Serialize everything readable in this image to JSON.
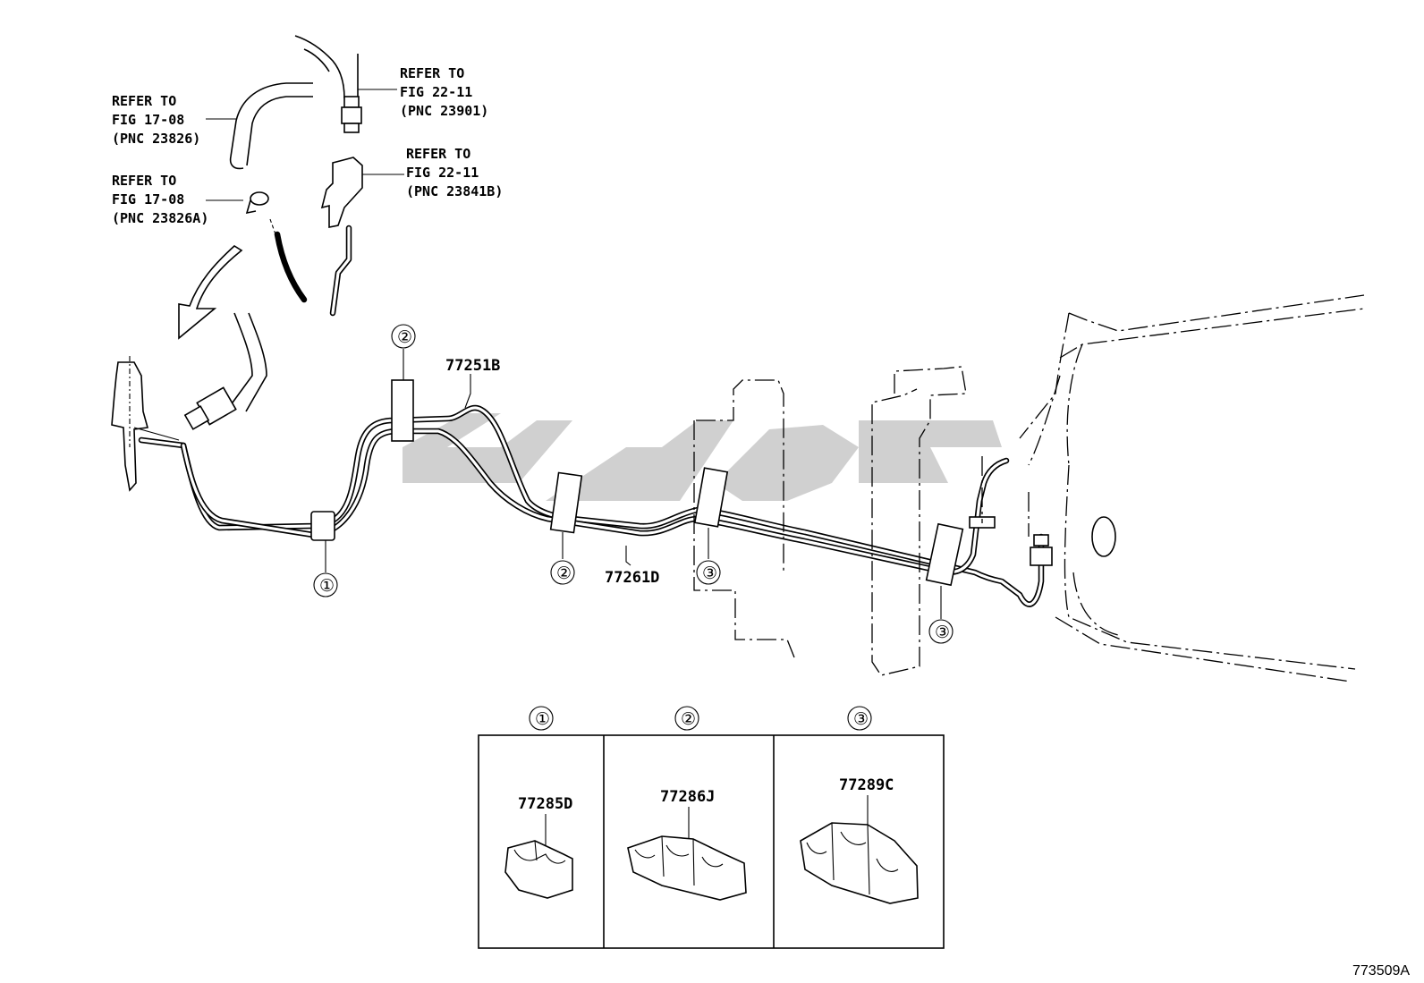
{
  "figure_id": "773509A",
  "references": [
    {
      "line1": "REFER TO",
      "line2": "FIG 17-08",
      "line3": "(PNC 23826)"
    },
    {
      "line1": "REFER TO",
      "line2": "FIG 17-08",
      "line3": "(PNC 23826A)"
    },
    {
      "line1": "REFER TO",
      "line2": "FIG 22-11",
      "line3": "(PNC 23901)"
    },
    {
      "line1": "REFER TO",
      "line2": "FIG 22-11",
      "line3": "(PNC 23841B)"
    }
  ],
  "part_numbers": {
    "upper_tube": "77251B",
    "lower_tube": "77261D"
  },
  "callouts": {
    "c1": "①",
    "c2": "②",
    "c3": "③"
  },
  "detail_panels": [
    {
      "marker": "①",
      "part_number": "77285D"
    },
    {
      "marker": "②",
      "part_number": "77286J"
    },
    {
      "marker": "③",
      "part_number": "77289C"
    }
  ]
}
